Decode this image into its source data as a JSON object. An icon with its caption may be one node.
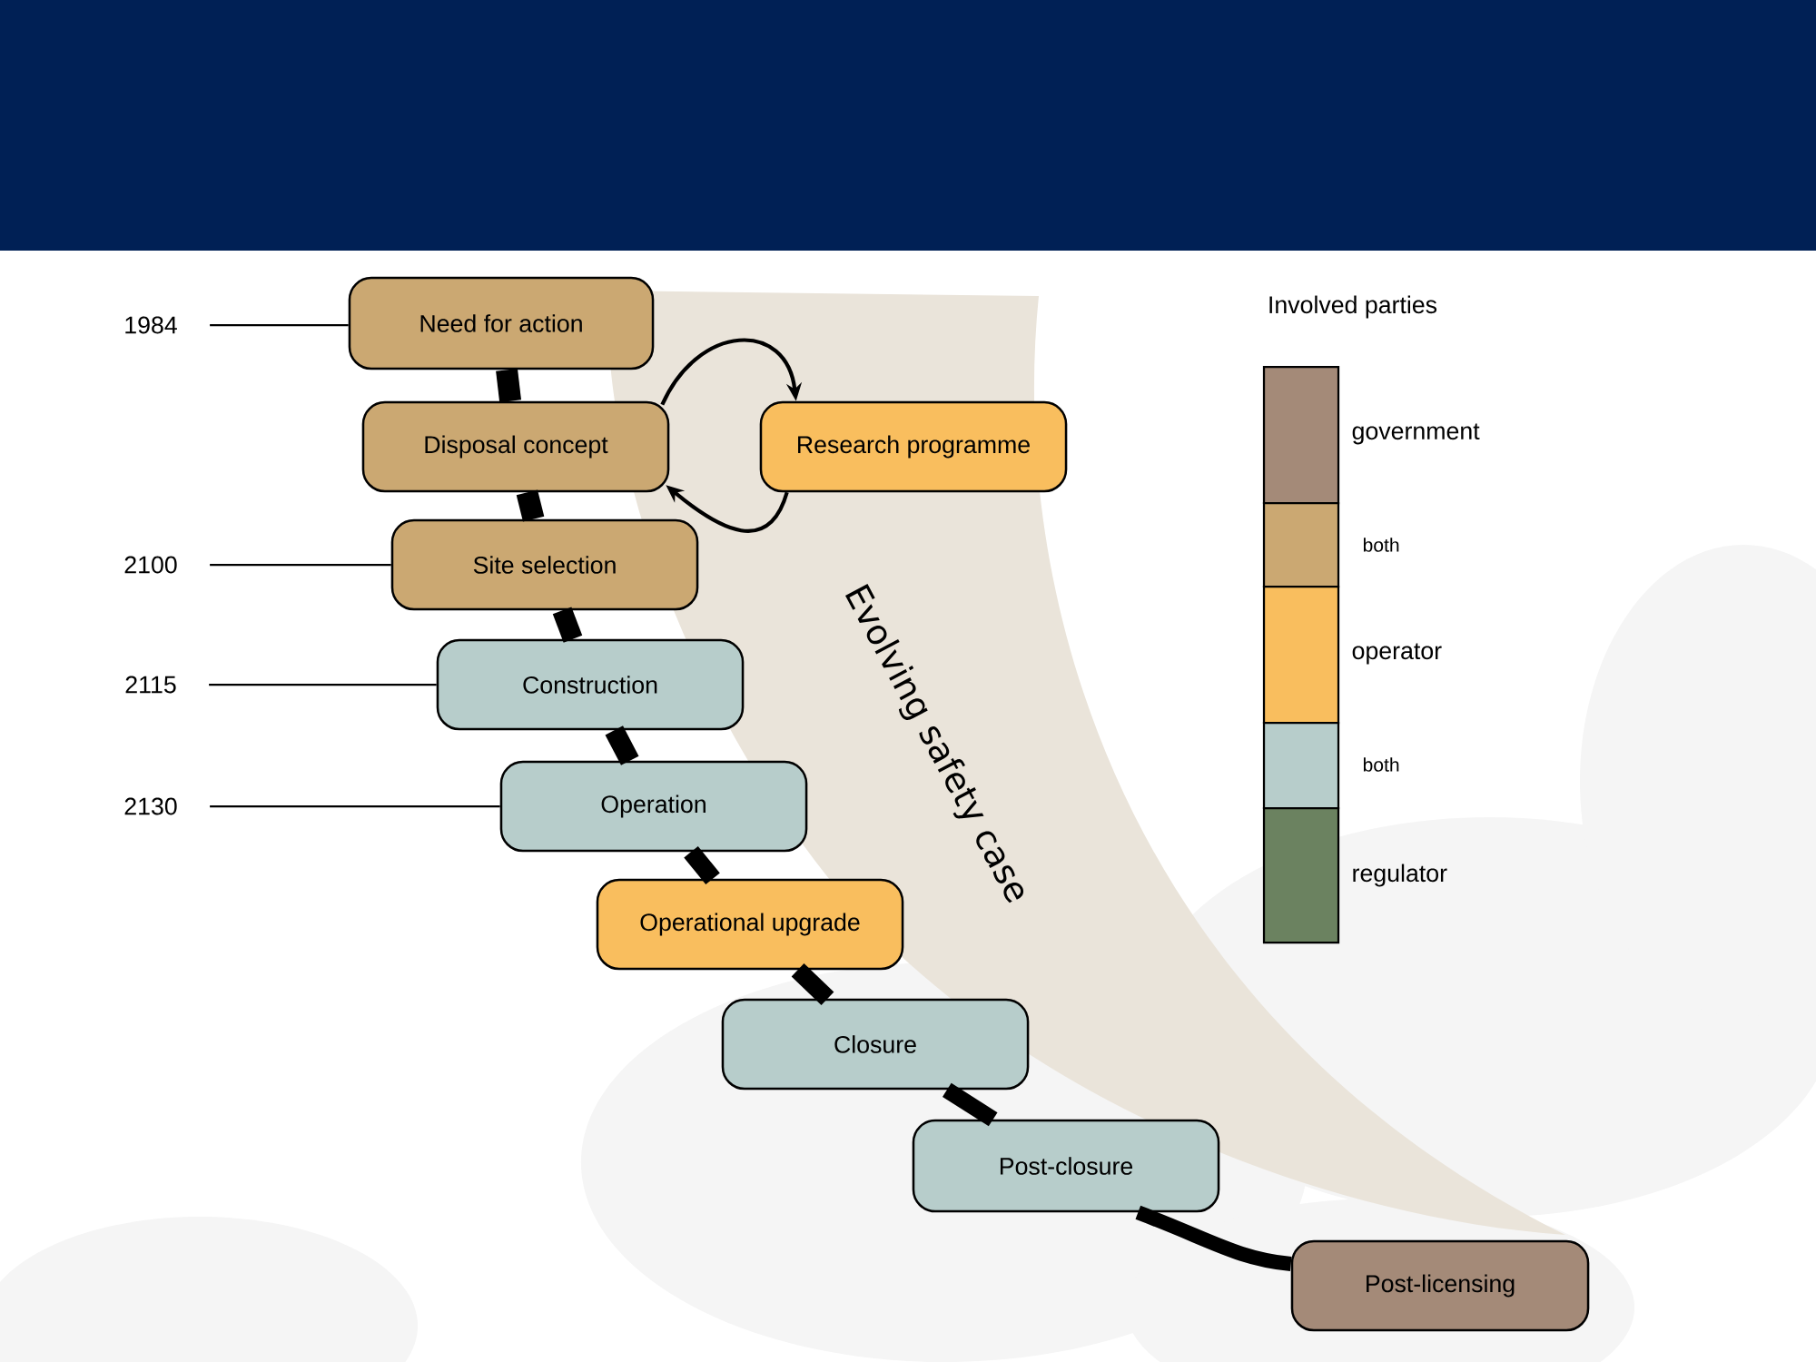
{
  "diagram": {
    "nodes": [
      {
        "text": [
          "Need for action"
        ]
      },
      {
        "text": [
          "Disposal concept"
        ]
      },
      {
        "text": [
          "Evolving safety case"
        ]
      },
      {
        "text": [
          "Research programme"
        ],
        "in": 2
      },
      {
        "text": [
          "Site selection"
        ]
      },
      {
        "text": [
          "Construction"
        ]
      },
      {
        "text": [
          "Operation"
        ]
      },
      {
        "text": [
          "Operational upgrade"
        ]
      },
      {
        "text": [
          "Closure"
        ]
      },
      {
        "text": [
          "Post-closure"
        ]
      },
      {
        "text": [
          "Post-licensing"
        ]
      },
      {
        "text": [
          "1984"
        ]
      },
      {
        "text": [
          "2100"
        ]
      },
      {
        "text": [
          "2115"
        ]
      },
      {
        "text": [
          "2130"
        ]
      }
    ],
    "edges": [
      {
        "from": 0,
        "to": 1,
        "arrow": "none"
      },
      {
        "from": 1,
        "to": 4,
        "arrow": "none"
      },
      {
        "from": 4,
        "to": 5,
        "arrow": "none"
      },
      {
        "from": 5,
        "to": 6,
        "arrow": "none"
      },
      {
        "from": 6,
        "to": 7,
        "arrow": "none"
      },
      {
        "from": 7,
        "to": 8,
        "arrow": "none"
      },
      {
        "from": 8,
        "to": 9,
        "arrow": "none"
      },
      {
        "from": 9,
        "to": 10,
        "arrow": "none"
      },
      {
        "from": 1,
        "to": 3,
        "arrow": "to"
      },
      {
        "from": 3,
        "to": 1,
        "arrow": "to"
      },
      {
        "from": 11,
        "to": 0,
        "arrow": "none"
      },
      {
        "from": 12,
        "to": 4,
        "arrow": "none"
      },
      {
        "from": 13,
        "to": 5,
        "arrow": "none"
      },
      {
        "from": 14,
        "to": 6,
        "arrow": "none"
      }
    ],
    "labels": [
      "Involved parties"
    ],
    "legend": [
      {
        "text": "government",
        "color": "#a48a78"
      },
      {
        "text": "both",
        "color": "#cba872"
      },
      {
        "text": "operator",
        "color": "#f9be5e"
      },
      {
        "text": "both",
        "color": "#b7cdcb"
      },
      {
        "text": "regulator",
        "color": "#6b8260"
      }
    ]
  }
}
